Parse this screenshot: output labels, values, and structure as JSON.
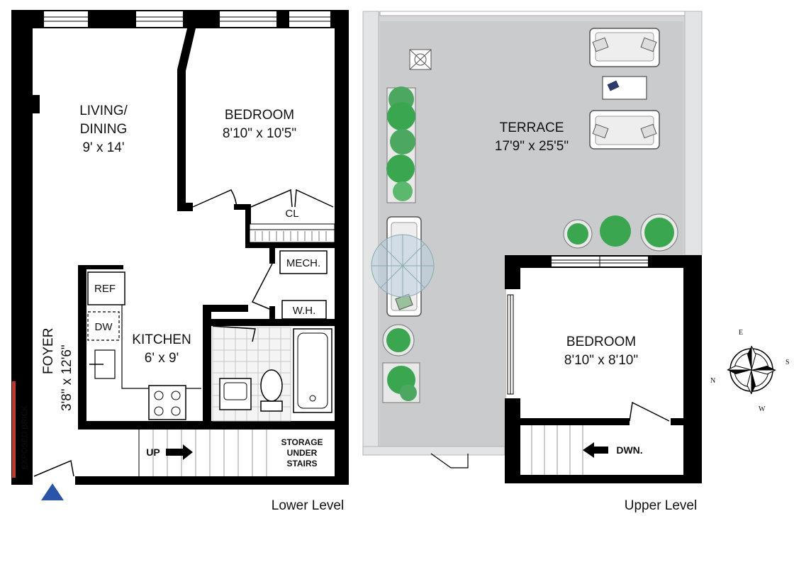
{
  "rooms": {
    "living": {
      "name_line1": "LIVING/",
      "name_line2": "DINING",
      "size": "9' x 14'"
    },
    "bedroom_lower": {
      "name": "BEDROOM",
      "size": "8'10\" x 10'5\""
    },
    "closet": {
      "name": "CL"
    },
    "mech": {
      "name": "MECH."
    },
    "water_heater": {
      "name": "W.H."
    },
    "refrigerator": {
      "name": "REF"
    },
    "dishwasher": {
      "name": "DW"
    },
    "kitchen": {
      "name": "KITCHEN",
      "size": "6' x 9'"
    },
    "foyer": {
      "name": "FOYER",
      "size": "3'8\" x 12'6\""
    },
    "exposed_brick": {
      "name": "EXPOSED BRICK"
    },
    "stairs_lower": {
      "up": "UP",
      "storage_line1": "STORAGE",
      "storage_line2": "UNDER",
      "storage_line3": "STAIRS"
    },
    "terrace": {
      "name": "TERRACE",
      "size": "17'9\" x 25'5\""
    },
    "bedroom_upper": {
      "name": "BEDROOM",
      "size": "8'10\" x 8'10\""
    },
    "stairs_upper": {
      "down": "DWN."
    }
  },
  "captions": {
    "lower": "Lower Level",
    "upper": "Upper Level"
  },
  "compass": {
    "n": "N",
    "e": "E",
    "s": "S",
    "w": "W"
  },
  "colors": {
    "wall": "#000000",
    "terrace_floor": "#d3d5d7",
    "plant_green": "#3aa650",
    "brick": "#c0392b",
    "entry_marker": "#2a54a8"
  }
}
